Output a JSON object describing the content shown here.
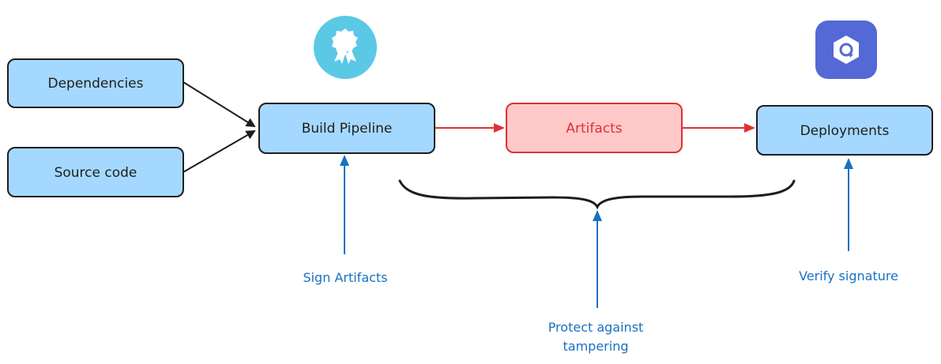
{
  "colors": {
    "node_fill": "#a5d8ff",
    "node_stroke": "#1e1e1e",
    "artifact_fill": "#ffc9c9",
    "artifact_stroke": "#e03131",
    "artifact_text": "#e03131",
    "note_text": "#1971c2",
    "note_arrow": "#1971c2",
    "flow_arrow": "#e03131",
    "input_arrow": "#1e1e1e",
    "sign_icon_bg": "#5bc8e6",
    "verify_icon_bg": "#5468d6"
  },
  "nodes": {
    "dependencies": "Dependencies",
    "source_code": "Source code",
    "build_pipeline": "Build Pipeline",
    "artifacts": "Artifacts",
    "deployments": "Deployments"
  },
  "notes": {
    "sign": "Sign Artifacts",
    "protect_line1": "Protect against",
    "protect_line2": "tampering",
    "verify": "Verify signature"
  },
  "icons": {
    "sign": "award-badge-icon",
    "verify": "verify-shield-icon"
  }
}
